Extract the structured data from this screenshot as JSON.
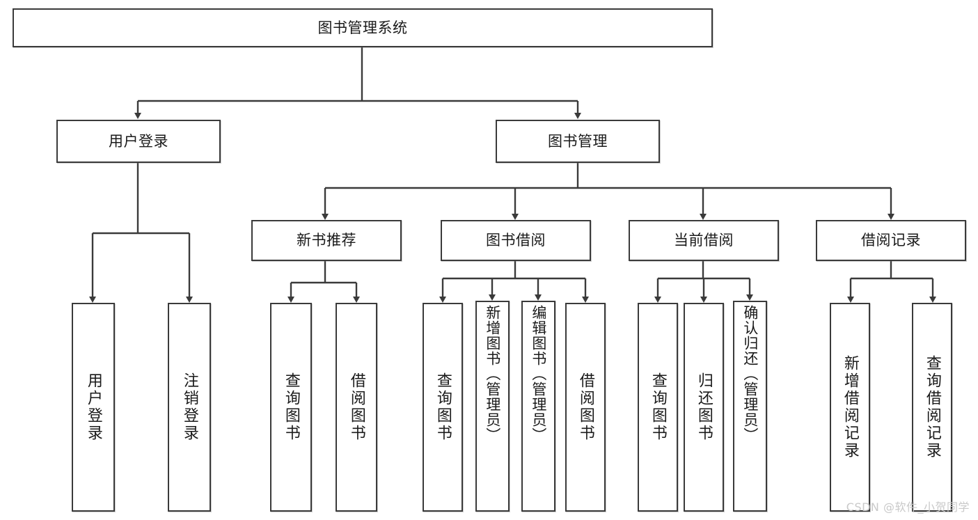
{
  "diagram": {
    "title": "图书管理系统",
    "type": "hierarchy-tree",
    "background_color": "#ffffff",
    "border_color": "#3a3a3a",
    "text_color": "#1a1a1a"
  },
  "nodes": {
    "root": {
      "label": "图书管理系统",
      "level": 1
    },
    "level2": [
      {
        "id": "user-login",
        "label": "用户登录"
      },
      {
        "id": "book-manage",
        "label": "图书管理"
      }
    ],
    "level3": [
      {
        "id": "new-book-recommend",
        "label": "新书推荐"
      },
      {
        "id": "book-borrow",
        "label": "图书借阅"
      },
      {
        "id": "current-borrow",
        "label": "当前借阅"
      },
      {
        "id": "borrow-record",
        "label": "借阅记录"
      }
    ],
    "leaves": {
      "user-login": [
        {
          "id": "leaf-user-login",
          "label": "用户登录"
        },
        {
          "id": "leaf-user-logout",
          "label": "注销登录"
        }
      ],
      "new-book-recommend": [
        {
          "id": "leaf-query-book-1",
          "label": "查询图书"
        },
        {
          "id": "leaf-borrow-book-1",
          "label": "借阅图书"
        }
      ],
      "book-borrow": [
        {
          "id": "leaf-query-book-2",
          "label": "查询图书"
        },
        {
          "id": "leaf-add-book",
          "label": "新增图书（管理员）"
        },
        {
          "id": "leaf-edit-book",
          "label": "编辑图书（管理员）"
        },
        {
          "id": "leaf-borrow-book-2",
          "label": "借阅图书"
        }
      ],
      "current-borrow": [
        {
          "id": "leaf-query-book-3",
          "label": "查询图书"
        },
        {
          "id": "leaf-return-book",
          "label": "归还图书"
        },
        {
          "id": "leaf-confirm-return",
          "label": "确认归还（管理员）"
        }
      ],
      "borrow-record": [
        {
          "id": "leaf-add-record",
          "label": "新增借阅记录"
        },
        {
          "id": "leaf-query-record",
          "label": "查询借阅记录"
        }
      ]
    }
  },
  "watermark": {
    "text": "CSDN @软件_小贺同学",
    "color": "#c9c9c9"
  }
}
